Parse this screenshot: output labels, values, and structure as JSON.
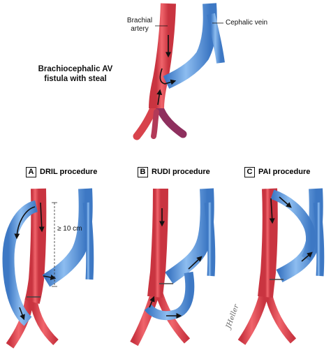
{
  "top": {
    "artery_label": "Brachial\nartery",
    "vein_label": "Cephalic vein",
    "title_line1": "Brachiocephalic AV",
    "title_line2": "fistula with steal"
  },
  "panels": [
    {
      "letter": "A",
      "title": "DRIL procedure",
      "measure": "≥ 10 cm"
    },
    {
      "letter": "B",
      "title": "RUDI procedure"
    },
    {
      "letter": "C",
      "title": "PAI procedure"
    }
  ],
  "colors": {
    "artery": "#e8474f",
    "artery_dark": "#b8323c",
    "vein": "#5b9be0",
    "vein_dark": "#3a76c0",
    "arrow": "#111111"
  },
  "signature": "JHeller"
}
